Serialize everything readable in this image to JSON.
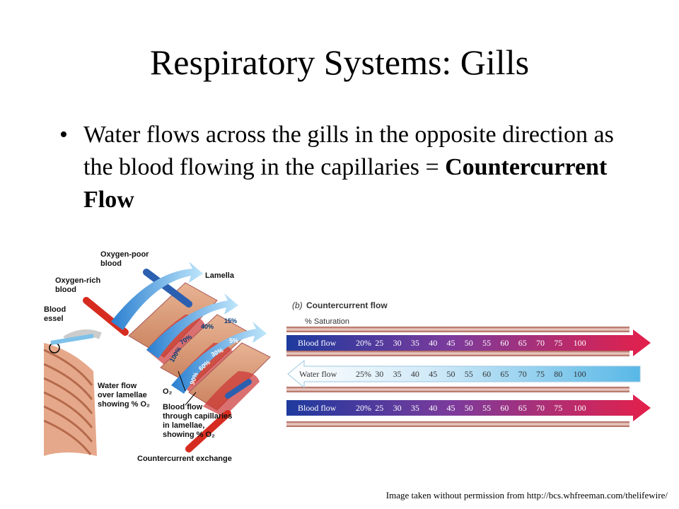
{
  "slide": {
    "title": "Respiratory Systems:  Gills",
    "bullet_text": "Water flows across the gills in the opposite direction as the blood flowing in the capillaries = ",
    "bullet_bold": "Countercurrent Flow",
    "credit": "Image taken without permission  from http://bcs.whfreeman.com/thelifewire/"
  },
  "gill_diagram": {
    "labels": {
      "oxygen_poor": [
        "Oxygen-poor",
        "blood"
      ],
      "oxygen_rich": [
        "Oxygen-rich",
        "blood"
      ],
      "vessel": [
        "Blood",
        "essel"
      ],
      "lamella": "Lamella",
      "water_flow": [
        "Water flow",
        "over lamellae",
        "showing % O₂"
      ],
      "o2": "O₂",
      "blood_flow": [
        "Blood flow",
        "through capillaries",
        "in lamellae,",
        "showing % O₂"
      ],
      "caption": "Countercurrent exchange"
    },
    "water_pct": [
      "100%",
      "70%",
      "40%",
      "15%"
    ],
    "blood_pct": [
      "90%",
      "60%",
      "30%",
      "5%"
    ]
  },
  "countercurrent": {
    "panel": "(b)",
    "title": "Countercurrent flow",
    "subtitle": "% Saturation",
    "rows": [
      {
        "label": "Blood flow",
        "direction": "right",
        "values": [
          "20%",
          "25",
          "30",
          "35",
          "40",
          "45",
          "50",
          "55",
          "60",
          "65",
          "70",
          "75",
          "100"
        ]
      },
      {
        "label": "Water flow",
        "direction": "left",
        "values": [
          "25%",
          "30",
          "35",
          "40",
          "45",
          "50",
          "55",
          "60",
          "65",
          "70",
          "75",
          "80",
          "100"
        ]
      },
      {
        "label": "Blood flow",
        "direction": "right",
        "values": [
          "20%",
          "25",
          "30",
          "35",
          "40",
          "45",
          "50",
          "55",
          "60",
          "65",
          "70",
          "75",
          "100"
        ]
      }
    ],
    "colors": {
      "blood_start": "#1e3a9e",
      "blood_end": "#e4204a",
      "water_start": "#ffffff",
      "water_end": "#58b8e6"
    }
  }
}
